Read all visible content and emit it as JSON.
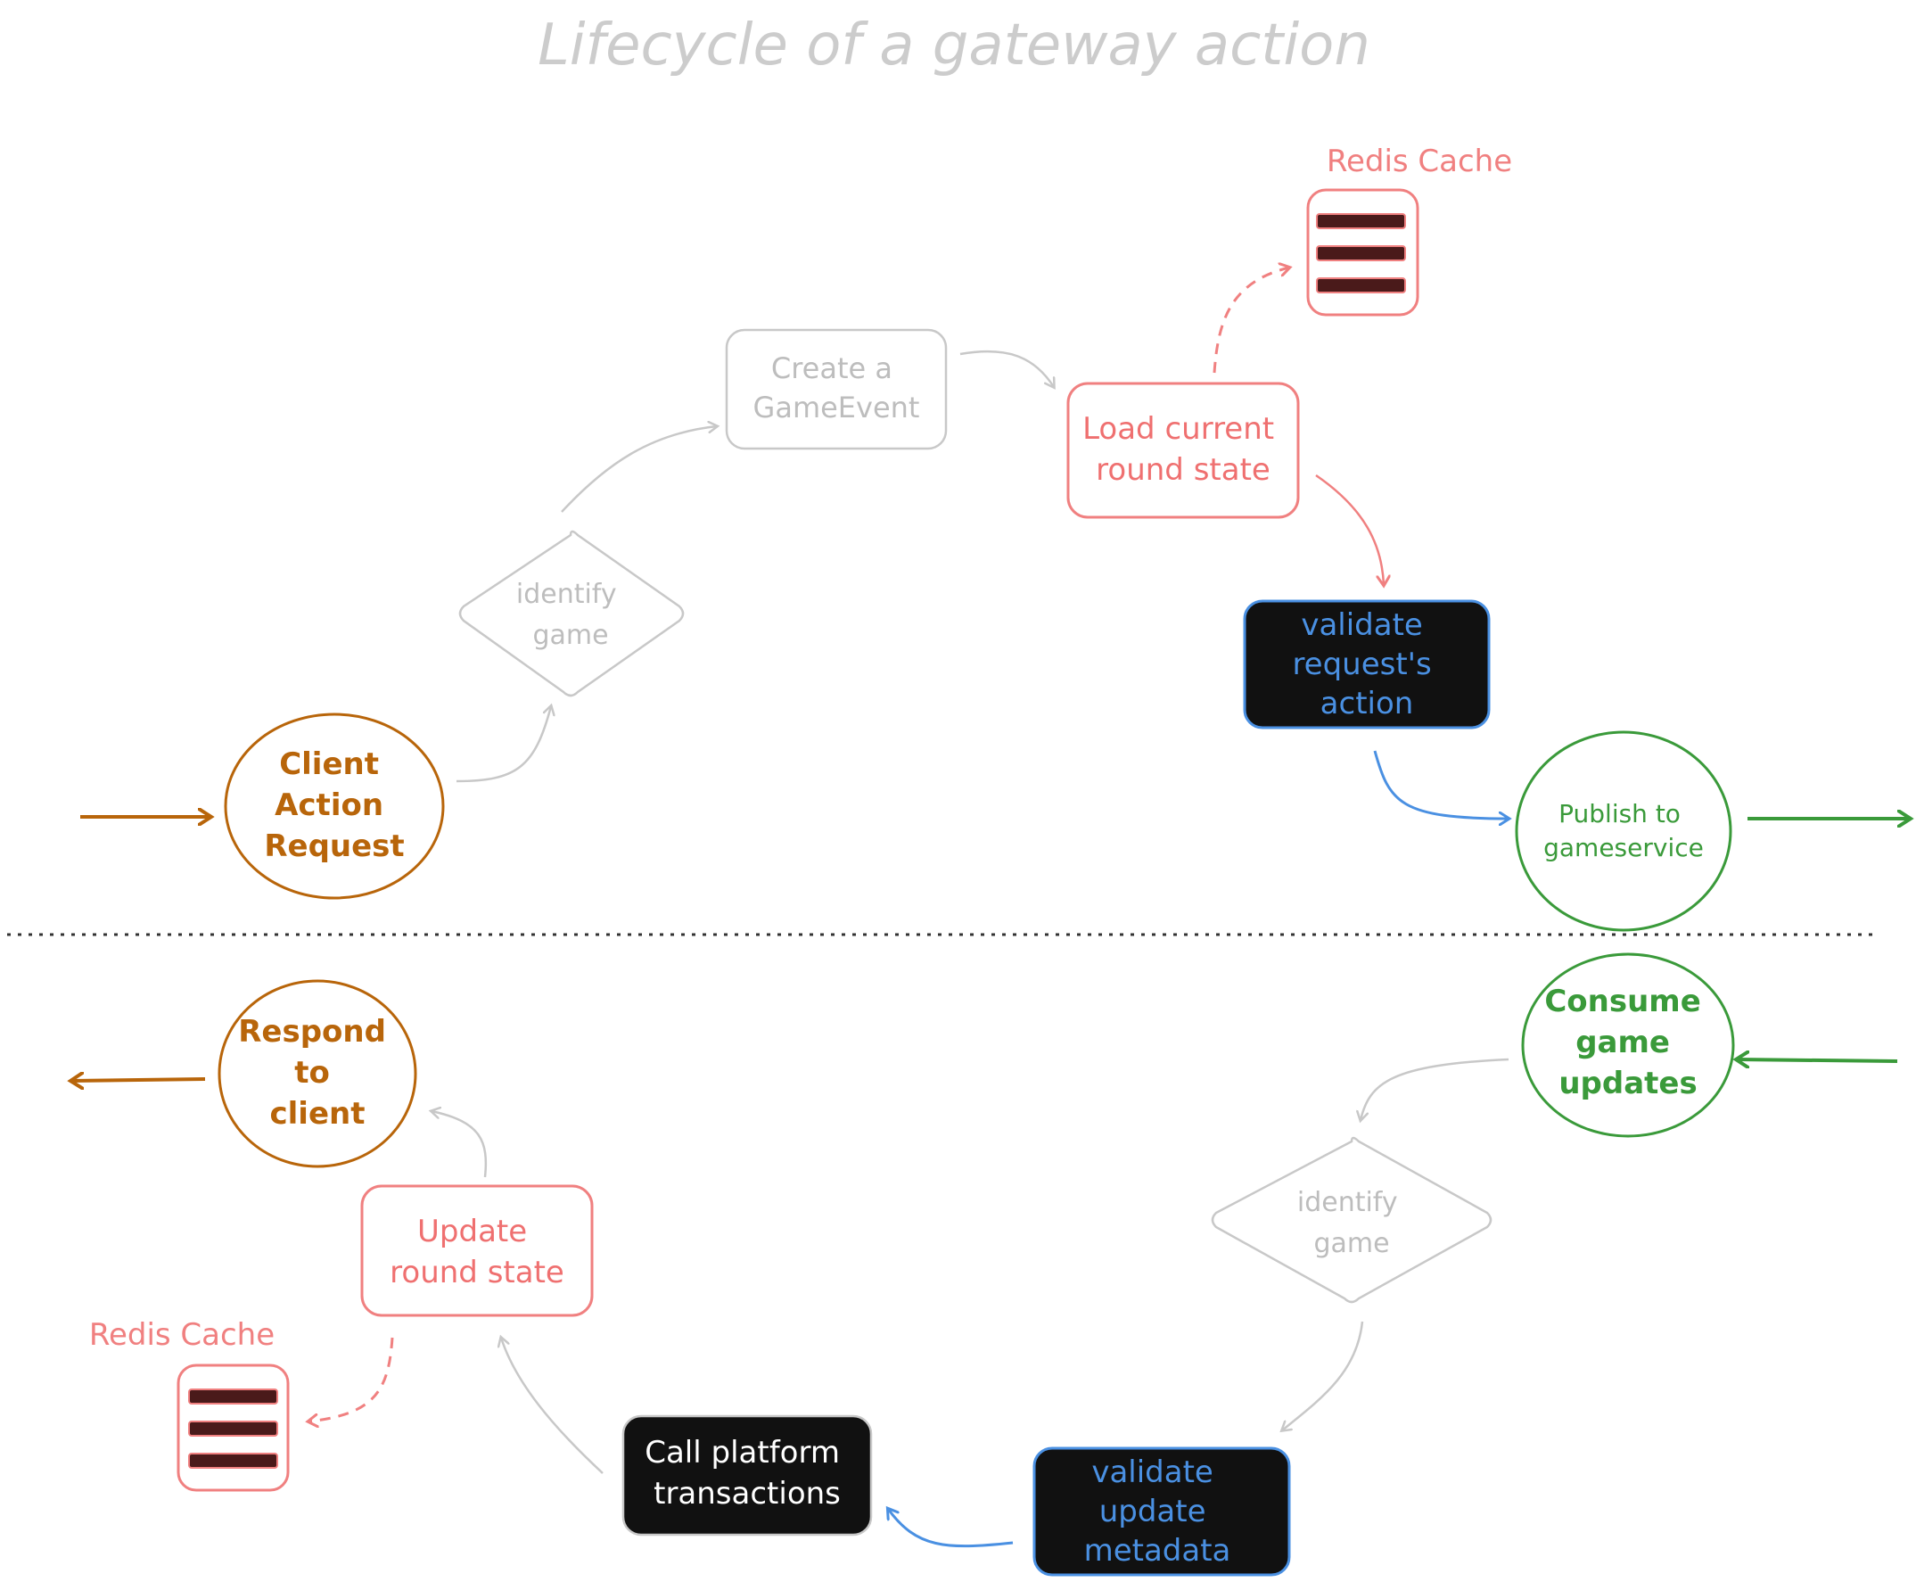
{
  "title": "Lifecycle of a gateway action",
  "colors": {
    "title": "#cccccc",
    "faint": "#c8c8c8",
    "faint_text": "#bdbdbd",
    "red": "#f08080",
    "red_dark": "#ef7070",
    "orange": "#b8650a",
    "green": "#3a9a3a",
    "blue": "#4a90e2",
    "black_fill": "#111111",
    "cache_bar": "#4a1a1a",
    "white": "#ffffff",
    "divider": "#333333"
  },
  "top": {
    "client_action_request": [
      "Client",
      "Action",
      "Request"
    ],
    "identify_game": [
      "identify",
      "game"
    ],
    "create_game_event": [
      "Create a",
      "GameEvent"
    ],
    "load_round_state": [
      "Load current",
      "round state"
    ],
    "redis_cache_label": "Redis Cache",
    "validate_request_action": [
      "validate",
      "request's",
      "action"
    ],
    "publish_to_gameservice": [
      "Publish to",
      "gameservice"
    ]
  },
  "bottom": {
    "consume_game_updates": [
      "Consume",
      "game",
      "updates"
    ],
    "identify_game": [
      "identify",
      "game"
    ],
    "validate_update_metadata": [
      "validate",
      "update",
      "metadata"
    ],
    "call_platform_transactions": [
      "Call platform",
      "transactions"
    ],
    "update_round_state": [
      "Update",
      "round state"
    ],
    "redis_cache_label": "Redis Cache",
    "respond_to_client": [
      "Respond",
      "to",
      "client"
    ]
  }
}
